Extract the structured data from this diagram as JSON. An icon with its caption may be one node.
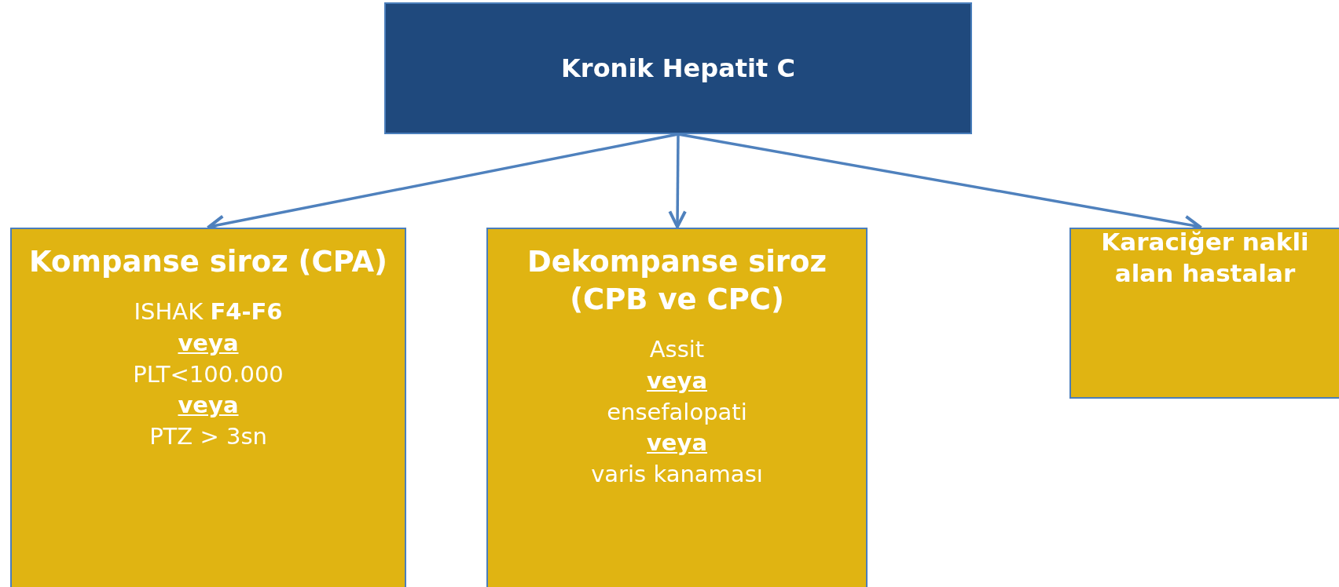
{
  "diagram": {
    "nodes": [
      {
        "text": [
          "Kronik Hepatit C"
        ]
      },
      {
        "text": [
          "Kompanse siroz (CPA)",
          "ISHAK **F4-F6**",
          "veya",
          "PLT<100.000",
          "veya",
          "PTZ > 3sn"
        ]
      },
      {
        "text": [
          "Dekompanse siroz (CPB ve CPC)",
          "Assit",
          "veya",
          "ensefalopati",
          "veya",
          "varis kanaması"
        ]
      },
      {
        "text": [
          "Karaciğer nakli alan hastalar"
        ]
      }
    ],
    "edges": [
      {
        "from": 0,
        "to": 1,
        "arrow": "to"
      },
      {
        "from": 0,
        "to": 2,
        "arrow": "to"
      },
      {
        "from": 0,
        "to": 3,
        "arrow": "to"
      }
    ]
  }
}
